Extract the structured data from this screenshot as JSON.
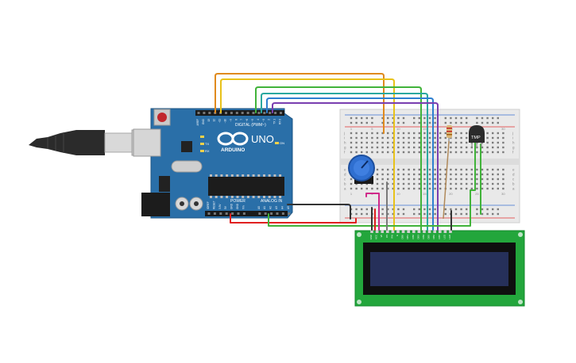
{
  "canvas": {
    "background": "#ffffff"
  },
  "colors": {
    "arduino_board": "#2a6fa8",
    "breadboard": "#e8e8e8",
    "lcd_pcb": "#23a63c",
    "lcd_screen": "#26305a",
    "wire_orange": "#e08a1e",
    "wire_yellow": "#e8c21a",
    "wire_green": "#41b33a",
    "wire_teal": "#2aa8a0",
    "wire_blue": "#2e7fd0",
    "wire_purple": "#7a3fb0",
    "wire_black": "#333333",
    "wire_red": "#e02020",
    "wire_magenta": "#d02a8a",
    "potentiometer_knob": "#2f6fd0",
    "resistor": "#d9b77a"
  },
  "arduino": {
    "logo_text": "ARDUINO",
    "model_text": "UNO",
    "digital_label": "DIGITAL (PWM~)",
    "power_label": "POWER",
    "analog_label": "ANALOG IN",
    "tx_label": "TX",
    "rx_label": "RX",
    "on_label": "ON",
    "aref_label": "AREF",
    "gnd_label": "GND",
    "digital_pins": [
      "13",
      "12",
      "~11",
      "~10",
      "~9",
      "8",
      "7",
      "~6",
      "~5",
      "4",
      "~3",
      "2",
      "TX 1",
      "RX 0"
    ],
    "power_pins": [
      "IOREF",
      "RESET",
      "3.3V",
      "5V",
      "GND",
      "GND",
      "Vin"
    ],
    "analog_pins": [
      "A0",
      "A1",
      "A2",
      "A3",
      "A4",
      "A5"
    ]
  },
  "breadboard": {
    "row_letters_top": [
      "j",
      "i",
      "h",
      "g",
      "f"
    ],
    "row_letters_bottom": [
      "e",
      "d",
      "c",
      "b",
      "a"
    ],
    "column_numbers": [
      "1",
      "5",
      "10",
      "15",
      "20",
      "25",
      "30"
    ]
  },
  "sensor": {
    "label": "TMP"
  },
  "lcd": {
    "pin_labels": [
      "GND",
      "VCC",
      "V0",
      "RS",
      "RW",
      "E",
      "DB0",
      "DB1",
      "DB2",
      "DB3",
      "DB4",
      "DB5",
      "DB6",
      "DB7",
      "LED",
      "LED"
    ]
  }
}
